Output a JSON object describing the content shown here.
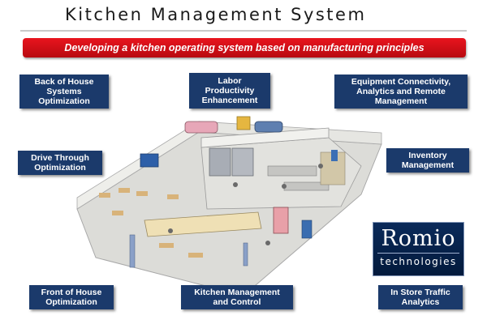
{
  "title": "Kitchen Management System",
  "banner": "Developing a kitchen operating system based on manufacturing principles",
  "boxes": {
    "back_of_house": "Back of House\nSystems\nOptimization",
    "labor": "Labor\nProductivity\nEnhancement",
    "equipment": "Equipment Connectivity,\nAnalytics and Remote\nManagement",
    "drive_through": "Drive Through\nOptimization",
    "inventory": "Inventory\nManagement",
    "front_of_house": "Front of House\nOptimization",
    "kitchen_control": "Kitchen Management\nand Control",
    "traffic": "In Store Traffic\nAnalytics"
  },
  "logo": {
    "name": "Romio",
    "sub": "technologies"
  },
  "colors": {
    "box": "#1b3a6b",
    "banner": "#d9111a",
    "floor": "#dcdcd8",
    "wall": "#eeeeea"
  }
}
